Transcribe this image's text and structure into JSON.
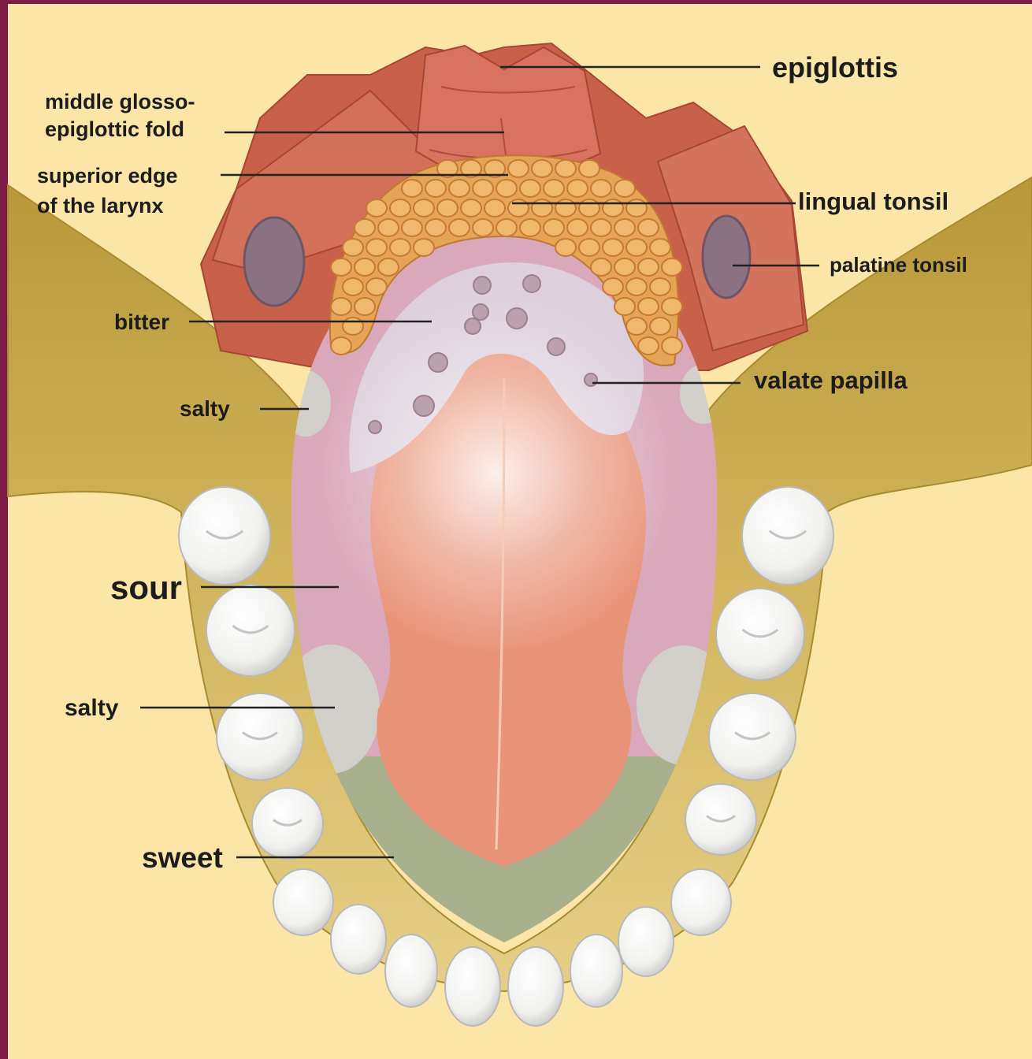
{
  "labels": {
    "epiglottis": "epiglottis",
    "glosso_fold": {
      "line1": "middle glosso-",
      "line2": "epiglottic fold"
    },
    "larynx_edge": {
      "line1": "superior edge",
      "line2": "of the larynx"
    },
    "lingual_tonsil": "lingual tonsil",
    "palatine_tonsil": "palatine tonsil",
    "bitter": "bitter",
    "valate_papilla": "valate papilla",
    "salty_upper": "salty",
    "sour": "sour",
    "salty_lower": "salty",
    "sweet": "sweet"
  },
  "colors": {
    "background": "#fbe5a7",
    "frame": "#7d1a45",
    "jaw": "#d2b55e",
    "throat": "#c9614a",
    "epiglottis": "#d7735e",
    "palatine_tonsil": "#8a7282",
    "lingual_tonsil": "#e6a456",
    "tongue_edge": "#d9a8ba",
    "tongue_center": "#e99479",
    "sweet_zone": "#a9b18c",
    "salty_zone": "#d3d0cc",
    "bitter_zone": "#ddd0dc",
    "teeth": "#f5f5f3"
  }
}
